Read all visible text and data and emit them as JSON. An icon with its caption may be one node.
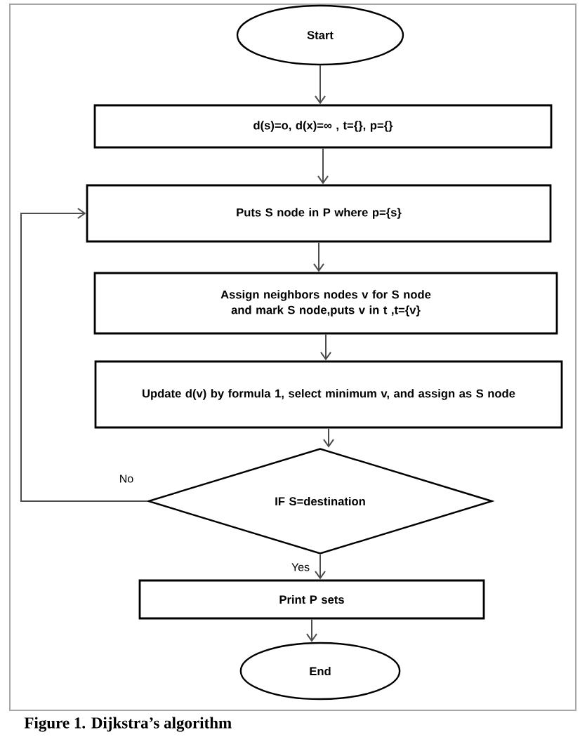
{
  "diagram": {
    "caption": "Figure 1. Dijkstra’s algorithm",
    "nodes": [
      {
        "text": [
          "Start"
        ]
      },
      {
        "text": [
          "d(s)=o, d(x)=∞ , t={}, p={}"
        ]
      },
      {
        "text": [
          "Puts S node in P where p={s}"
        ]
      },
      {
        "text": [
          "Assign neighbors nodes v for S node and mark S node,puts v in t ,t={v}"
        ]
      },
      {
        "text": [
          "Update d(v) by formula 1, select minimum v, and assign as S node"
        ]
      },
      {
        "text": [
          "IF S=destination"
        ]
      },
      {
        "text": [
          "Print P sets"
        ]
      },
      {
        "text": [
          "End"
        ]
      }
    ],
    "edges": [
      {
        "from": 0,
        "to": 1,
        "arrow": "to"
      },
      {
        "from": 1,
        "to": 2,
        "arrow": "to"
      },
      {
        "from": 2,
        "to": 3,
        "arrow": "to"
      },
      {
        "from": 3,
        "to": 4,
        "arrow": "to"
      },
      {
        "from": 4,
        "to": 5,
        "arrow": "to"
      },
      {
        "from": 5,
        "to": 6,
        "arrow": "to",
        "label": "Yes"
      },
      {
        "from": 6,
        "to": 7,
        "arrow": "to"
      },
      {
        "from": 5,
        "to": 2,
        "arrow": "to",
        "label": "No"
      }
    ]
  }
}
